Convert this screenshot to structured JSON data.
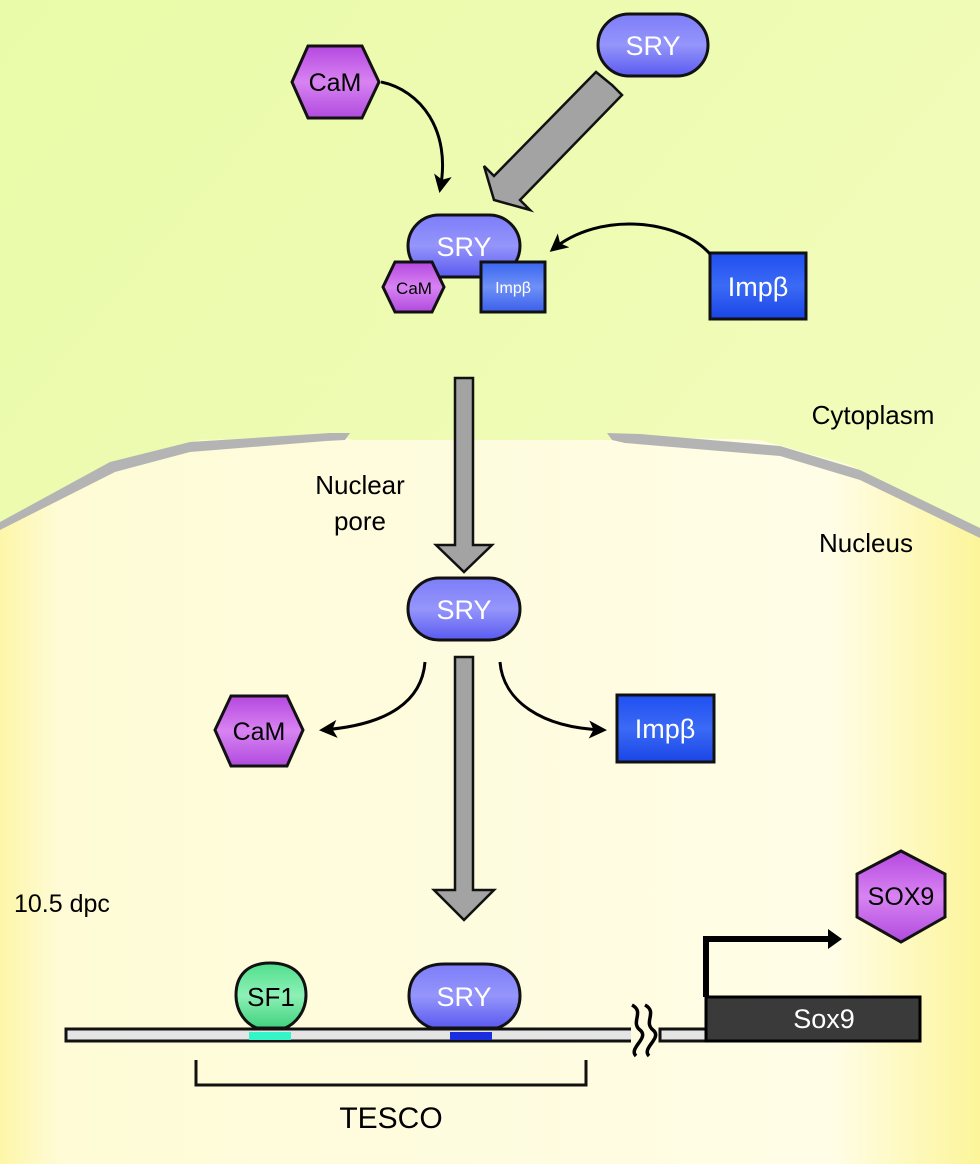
{
  "cytoplasm": {
    "sry_free": "SRY",
    "cam_free": "CaM",
    "impb_free": "Impβ",
    "complex": {
      "sry": "SRY",
      "cam": "CaM",
      "impb": "Impβ"
    }
  },
  "compartments": {
    "cytoplasm_label": "Cytoplasm",
    "nucleus_label": "Nucleus",
    "pore_label_line1": "Nuclear",
    "pore_label_line2": "pore"
  },
  "nucleus": {
    "sry_released": "SRY",
    "cam_released": "CaM",
    "impb_released": "Impβ",
    "stage_label": "10.5 dpc",
    "sf1": "SF1",
    "sry_bound": "SRY",
    "enhancer_label": "TESCO",
    "gene_label": "Sox9",
    "protein_label": "SOX9"
  },
  "colors": {
    "cytoplasm_bg": "#eefcb4",
    "nucleus_bg": "#fdfbd0",
    "sry": "#6b6bf5",
    "cam": "#c45ae8",
    "impb": "#2255ee",
    "sf1": "#5ee69a",
    "sf1_site": "#33f5c8",
    "sry_site": "#1a2ee0",
    "gene_box": "#3a3a3a",
    "arrow_gray": "#a0a0a0",
    "membrane": "#b0b0b0"
  }
}
